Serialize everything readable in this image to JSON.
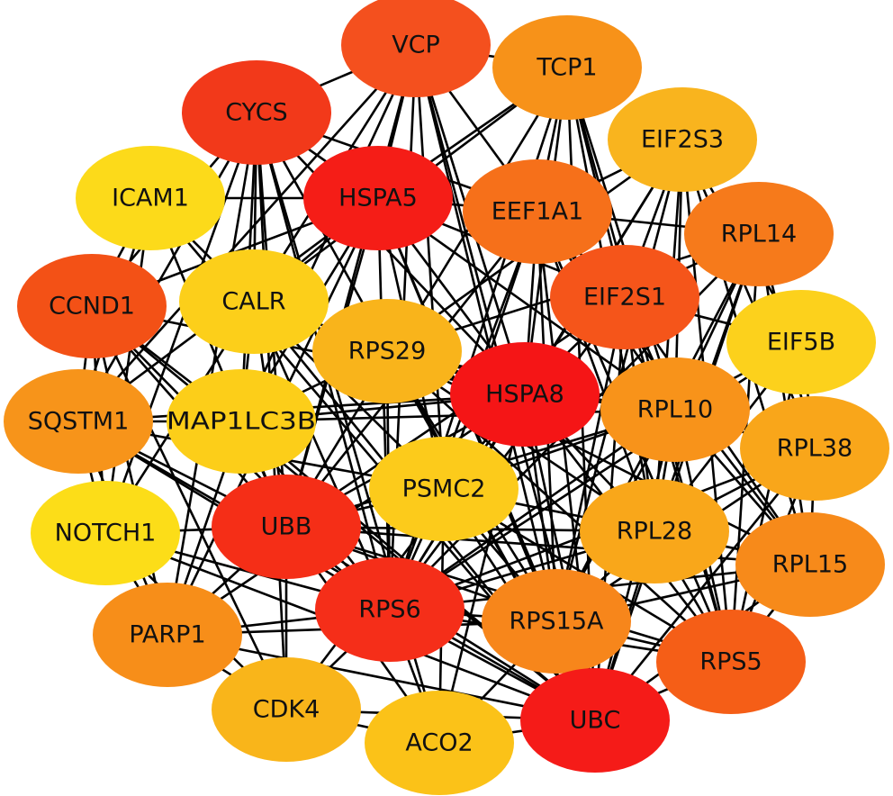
{
  "diagram": {
    "type": "protein-protein interaction network",
    "color_scale": "yellow (low degree) to red (high degree)",
    "nodes": [
      {
        "id": "VCP",
        "label": "VCP",
        "color": "#F4501E"
      },
      {
        "id": "TCP1",
        "label": "TCP1",
        "color": "#F79219"
      },
      {
        "id": "CYCS",
        "label": "CYCS",
        "color": "#F2391A"
      },
      {
        "id": "EIF2S3",
        "label": "EIF2S3",
        "color": "#F9B41E"
      },
      {
        "id": "ICAM1",
        "label": "ICAM1",
        "color": "#FCDA1A"
      },
      {
        "id": "HSPA5",
        "label": "HSPA5",
        "color": "#F51D17"
      },
      {
        "id": "EEF1A1",
        "label": "EEF1A1",
        "color": "#F6701A"
      },
      {
        "id": "RPL14",
        "label": "RPL14",
        "color": "#F67A1B"
      },
      {
        "id": "CCND1",
        "label": "CCND1",
        "color": "#F35116"
      },
      {
        "id": "CALR",
        "label": "CALR",
        "color": "#FCCF1A"
      },
      {
        "id": "EIF2S1",
        "label": "EIF2S1",
        "color": "#F5551A"
      },
      {
        "id": "RPS29",
        "label": "RPS29",
        "color": "#F9B41B"
      },
      {
        "id": "EIF5B",
        "label": "EIF5B",
        "color": "#FCD11C"
      },
      {
        "id": "HSPA8",
        "label": "HSPA8",
        "color": "#F51516"
      },
      {
        "id": "SQSTM1",
        "label": "SQSTM1",
        "color": "#F7941A"
      },
      {
        "id": "MAP1LC3B",
        "label": "MAP1LC3B",
        "color": "#FCCE19"
      },
      {
        "id": "RPL10",
        "label": "RPL10",
        "color": "#F8931A"
      },
      {
        "id": "RPL38",
        "label": "RPL38",
        "color": "#F9A61A"
      },
      {
        "id": "PSMC2",
        "label": "PSMC2",
        "color": "#FCCB1B"
      },
      {
        "id": "NOTCH1",
        "label": "NOTCH1",
        "color": "#FCDD18"
      },
      {
        "id": "UBB",
        "label": "UBB",
        "color": "#F52E17"
      },
      {
        "id": "RPL28",
        "label": "RPL28",
        "color": "#F9A71A"
      },
      {
        "id": "RPL15",
        "label": "RPL15",
        "color": "#F78A1A"
      },
      {
        "id": "RPS6",
        "label": "RPS6",
        "color": "#F52E19"
      },
      {
        "id": "RPS15A",
        "label": "RPS15A",
        "color": "#F7861B"
      },
      {
        "id": "PARP1",
        "label": "PARP1",
        "color": "#F78E19"
      },
      {
        "id": "RPS5",
        "label": "RPS5",
        "color": "#F55E17"
      },
      {
        "id": "CDK4",
        "label": "CDK4",
        "color": "#F9B51A"
      },
      {
        "id": "ACO2",
        "label": "ACO2",
        "color": "#FBC218"
      },
      {
        "id": "UBC",
        "label": "UBC",
        "color": "#F51B18"
      }
    ],
    "edges": [
      [
        "VCP",
        "CYCS"
      ],
      [
        "VCP",
        "TCP1"
      ],
      [
        "VCP",
        "HSPA5"
      ],
      [
        "VCP",
        "HSPA8"
      ],
      [
        "VCP",
        "UBB"
      ],
      [
        "VCP",
        "UBC"
      ],
      [
        "VCP",
        "RPS6"
      ],
      [
        "VCP",
        "EEF1A1"
      ],
      [
        "VCP",
        "SQSTM1"
      ],
      [
        "VCP",
        "CALR"
      ],
      [
        "VCP",
        "PSMC2"
      ],
      [
        "VCP",
        "MAP1LC3B"
      ],
      [
        "VCP",
        "RPS15A"
      ],
      [
        "TCP1",
        "HSPA8"
      ],
      [
        "TCP1",
        "HSPA5"
      ],
      [
        "TCP1",
        "EEF1A1"
      ],
      [
        "TCP1",
        "RPL10"
      ],
      [
        "TCP1",
        "RPS6"
      ],
      [
        "TCP1",
        "UBC"
      ],
      [
        "TCP1",
        "UBB"
      ],
      [
        "TCP1",
        "EIF2S1"
      ],
      [
        "TCP1",
        "RPL28"
      ],
      [
        "TCP1",
        "RPS5"
      ],
      [
        "TCP1",
        "CALR"
      ],
      [
        "CYCS",
        "HSPA5"
      ],
      [
        "CYCS",
        "HSPA8"
      ],
      [
        "CYCS",
        "UBB"
      ],
      [
        "CYCS",
        "UBC"
      ],
      [
        "CYCS",
        "PARP1"
      ],
      [
        "CYCS",
        "CCND1"
      ],
      [
        "CYCS",
        "CALR"
      ],
      [
        "CYCS",
        "RPS6"
      ],
      [
        "CYCS",
        "NOTCH1"
      ],
      [
        "CYCS",
        "MAP1LC3B"
      ],
      [
        "CYCS",
        "SQSTM1"
      ],
      [
        "CYCS",
        "CDK4"
      ],
      [
        "CYCS",
        "ACO2"
      ],
      [
        "CYCS",
        "EEF1A1"
      ],
      [
        "EIF2S3",
        "EIF2S1"
      ],
      [
        "EIF2S3",
        "EEF1A1"
      ],
      [
        "EIF2S3",
        "RPL10"
      ],
      [
        "EIF2S3",
        "RPS6"
      ],
      [
        "EIF2S3",
        "RPL28"
      ],
      [
        "EIF2S3",
        "RPS15A"
      ],
      [
        "EIF2S3",
        "RPS5"
      ],
      [
        "EIF2S3",
        "EIF5B"
      ],
      [
        "EIF2S3",
        "RPL38"
      ],
      [
        "EIF2S3",
        "RPL15"
      ],
      [
        "EIF2S3",
        "HSPA8"
      ],
      [
        "EIF2S3",
        "RPS29"
      ],
      [
        "ICAM1",
        "HSPA5"
      ],
      [
        "ICAM1",
        "CALR"
      ],
      [
        "ICAM1",
        "CCND1"
      ],
      [
        "ICAM1",
        "NOTCH1"
      ],
      [
        "ICAM1",
        "UBC"
      ],
      [
        "ICAM1",
        "UBB"
      ],
      [
        "ICAM1",
        "SQSTM1"
      ],
      [
        "HSPA5",
        "HSPA8"
      ],
      [
        "HSPA5",
        "CALR"
      ],
      [
        "HSPA5",
        "UBB"
      ],
      [
        "HSPA5",
        "UBC"
      ],
      [
        "HSPA5",
        "EEF1A1"
      ],
      [
        "HSPA5",
        "PSMC2"
      ],
      [
        "HSPA5",
        "RPS6"
      ],
      [
        "HSPA5",
        "EIF2S1"
      ],
      [
        "HSPA5",
        "RPL10"
      ],
      [
        "HSPA5",
        "PARP1"
      ],
      [
        "HSPA5",
        "SQSTM1"
      ],
      [
        "HSPA5",
        "MAP1LC3B"
      ],
      [
        "HSPA5",
        "CCND1"
      ],
      [
        "HSPA5",
        "RPS15A"
      ],
      [
        "EEF1A1",
        "HSPA8"
      ],
      [
        "EEF1A1",
        "RPS6"
      ],
      [
        "EEF1A1",
        "RPL10"
      ],
      [
        "EEF1A1",
        "EIF2S1"
      ],
      [
        "EEF1A1",
        "UBC"
      ],
      [
        "EEF1A1",
        "UBB"
      ],
      [
        "EEF1A1",
        "RPL28"
      ],
      [
        "EEF1A1",
        "RPS5"
      ],
      [
        "EEF1A1",
        "RPL14"
      ],
      [
        "EEF1A1",
        "RPS15A"
      ],
      [
        "EEF1A1",
        "RPL15"
      ],
      [
        "EEF1A1",
        "PSMC2"
      ],
      [
        "RPL14",
        "RPL10"
      ],
      [
        "RPL14",
        "RPS6"
      ],
      [
        "RPL14",
        "RPL28"
      ],
      [
        "RPL14",
        "RPL38"
      ],
      [
        "RPL14",
        "RPL15"
      ],
      [
        "RPL14",
        "RPS5"
      ],
      [
        "RPL14",
        "RPS15A"
      ],
      [
        "RPL14",
        "EIF2S1"
      ],
      [
        "RPL14",
        "RPS29"
      ],
      [
        "RPL14",
        "UBC"
      ],
      [
        "CCND1",
        "CDK4"
      ],
      [
        "CCND1",
        "UBB"
      ],
      [
        "CCND1",
        "UBC"
      ],
      [
        "CCND1",
        "NOTCH1"
      ],
      [
        "CCND1",
        "PARP1"
      ],
      [
        "CCND1",
        "SQSTM1"
      ],
      [
        "CCND1",
        "HSPA8"
      ],
      [
        "CCND1",
        "RPS6"
      ],
      [
        "CCND1",
        "MAP1LC3B"
      ],
      [
        "CALR",
        "HSPA8"
      ],
      [
        "CALR",
        "UBB"
      ],
      [
        "CALR",
        "UBC"
      ],
      [
        "CALR",
        "PSMC2"
      ],
      [
        "CALR",
        "MAP1LC3B"
      ],
      [
        "CALR",
        "NOTCH1"
      ],
      [
        "CALR",
        "RPS6"
      ],
      [
        "EIF2S1",
        "HSPA8"
      ],
      [
        "EIF2S1",
        "RPS6"
      ],
      [
        "EIF2S1",
        "RPL10"
      ],
      [
        "EIF2S1",
        "EIF5B"
      ],
      [
        "EIF2S1",
        "RPL28"
      ],
      [
        "EIF2S1",
        "RPS5"
      ],
      [
        "EIF2S1",
        "RPS15A"
      ],
      [
        "EIF2S1",
        "UBC"
      ],
      [
        "EIF2S1",
        "UBB"
      ],
      [
        "EIF2S1",
        "RPL15"
      ],
      [
        "RPS29",
        "RPS6"
      ],
      [
        "RPS29",
        "RPL10"
      ],
      [
        "RPS29",
        "RPL28"
      ],
      [
        "RPS29",
        "RPS15A"
      ],
      [
        "RPS29",
        "RPS5"
      ],
      [
        "RPS29",
        "RPL38"
      ],
      [
        "RPS29",
        "RPL15"
      ],
      [
        "RPS29",
        "UBC"
      ],
      [
        "RPS29",
        "HSPA8"
      ],
      [
        "RPS29",
        "MAP1LC3B"
      ],
      [
        "EIF5B",
        "RPL10"
      ],
      [
        "EIF5B",
        "RPS6"
      ],
      [
        "EIF5B",
        "RPL28"
      ],
      [
        "EIF5B",
        "RPS5"
      ],
      [
        "EIF5B",
        "RPL38"
      ],
      [
        "HSPA8",
        "UBB"
      ],
      [
        "HSPA8",
        "UBC"
      ],
      [
        "HSPA8",
        "PSMC2"
      ],
      [
        "HSPA8",
        "RPS6"
      ],
      [
        "HSPA8",
        "RPL10"
      ],
      [
        "HSPA8",
        "SQSTM1"
      ],
      [
        "HSPA8",
        "MAP1LC3B"
      ],
      [
        "HSPA8",
        "PARP1"
      ],
      [
        "HSPA8",
        "RPL28"
      ],
      [
        "HSPA8",
        "RPS15A"
      ],
      [
        "HSPA8",
        "ACO2"
      ],
      [
        "HSPA8",
        "CDK4"
      ],
      [
        "HSPA8",
        "RPS5"
      ],
      [
        "SQSTM1",
        "MAP1LC3B"
      ],
      [
        "SQSTM1",
        "UBB"
      ],
      [
        "SQSTM1",
        "UBC"
      ],
      [
        "SQSTM1",
        "NOTCH1"
      ],
      [
        "SQSTM1",
        "PARP1"
      ],
      [
        "SQSTM1",
        "PSMC2"
      ],
      [
        "SQSTM1",
        "RPS6"
      ],
      [
        "MAP1LC3B",
        "UBB"
      ],
      [
        "MAP1LC3B",
        "UBC"
      ],
      [
        "MAP1LC3B",
        "PARP1"
      ],
      [
        "MAP1LC3B",
        "RPS6"
      ],
      [
        "MAP1LC3B",
        "RPL10"
      ],
      [
        "RPL10",
        "RPS6"
      ],
      [
        "RPL10",
        "RPL28"
      ],
      [
        "RPL10",
        "RPL38"
      ],
      [
        "RPL10",
        "RPL15"
      ],
      [
        "RPL10",
        "RPS5"
      ],
      [
        "RPL10",
        "RPS15A"
      ],
      [
        "RPL10",
        "UBC"
      ],
      [
        "RPL10",
        "UBB"
      ],
      [
        "RPL10",
        "PSMC2"
      ],
      [
        "RPL38",
        "RPL28"
      ],
      [
        "RPL38",
        "RPL15"
      ],
      [
        "RPL38",
        "RPS5"
      ],
      [
        "RPL38",
        "RPS6"
      ],
      [
        "RPL38",
        "RPS15A"
      ],
      [
        "RPL38",
        "UBC"
      ],
      [
        "PSMC2",
        "UBB"
      ],
      [
        "PSMC2",
        "UBC"
      ],
      [
        "PSMC2",
        "RPS6"
      ],
      [
        "PSMC2",
        "RPS15A"
      ],
      [
        "PSMC2",
        "RPL28"
      ],
      [
        "PSMC2",
        "ACO2"
      ],
      [
        "PSMC2",
        "RPS5"
      ],
      [
        "NOTCH1",
        "UBB"
      ],
      [
        "NOTCH1",
        "UBC"
      ],
      [
        "NOTCH1",
        "PARP1"
      ],
      [
        "NOTCH1",
        "CDK4"
      ],
      [
        "NOTCH1",
        "RPS6"
      ],
      [
        "UBB",
        "UBC"
      ],
      [
        "UBB",
        "RPS6"
      ],
      [
        "UBB",
        "PARP1"
      ],
      [
        "UBB",
        "CDK4"
      ],
      [
        "UBB",
        "RPS15A"
      ],
      [
        "UBB",
        "RPL28"
      ],
      [
        "UBB",
        "RPS5"
      ],
      [
        "UBB",
        "ACO2"
      ],
      [
        "UBB",
        "RPL15"
      ],
      [
        "RPL28",
        "RPS6"
      ],
      [
        "RPL28",
        "RPL15"
      ],
      [
        "RPL28",
        "RPS5"
      ],
      [
        "RPL28",
        "RPS15A"
      ],
      [
        "RPL28",
        "UBC"
      ],
      [
        "RPL15",
        "RPS6"
      ],
      [
        "RPL15",
        "RPS5"
      ],
      [
        "RPL15",
        "RPS15A"
      ],
      [
        "RPL15",
        "UBC"
      ],
      [
        "RPS6",
        "RPS15A"
      ],
      [
        "RPS6",
        "RPS5"
      ],
      [
        "RPS6",
        "UBC"
      ],
      [
        "RPS6",
        "PARP1"
      ],
      [
        "RPS6",
        "CDK4"
      ],
      [
        "RPS6",
        "ACO2"
      ],
      [
        "RPS15A",
        "RPS5"
      ],
      [
        "RPS15A",
        "UBC"
      ],
      [
        "RPS15A",
        "ACO2"
      ],
      [
        "PARP1",
        "UBC"
      ],
      [
        "PARP1",
        "CDK4"
      ],
      [
        "PARP1",
        "RPS15A"
      ],
      [
        "RPS5",
        "UBC"
      ],
      [
        "CDK4",
        "UBC"
      ],
      [
        "CDK4",
        "ACO2"
      ],
      [
        "ACO2",
        "UBC"
      ]
    ]
  }
}
